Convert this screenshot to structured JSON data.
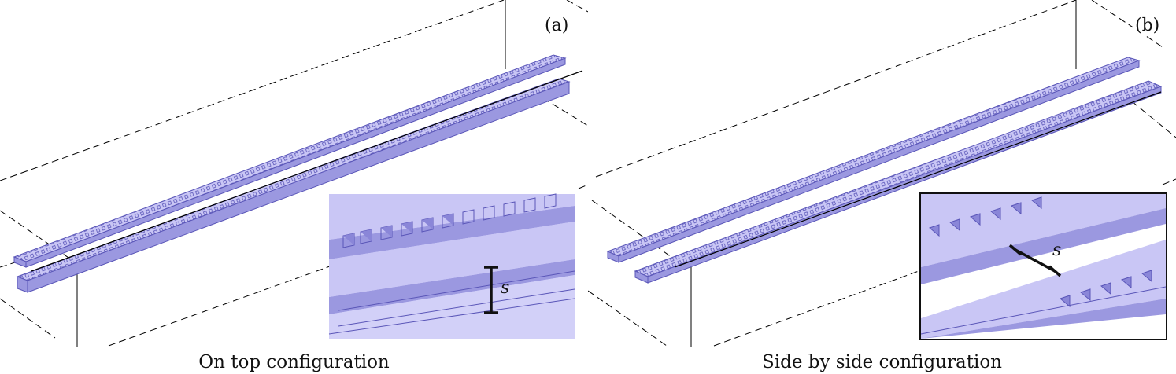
{
  "panels": [
    {
      "label": "(a)",
      "caption": "On top configuration",
      "inset_symbol": "s"
    },
    {
      "label": "(b)",
      "caption": "Side by side configuration",
      "inset_symbol": "s"
    }
  ],
  "colors": {
    "strip_top": "#c9c6f5",
    "strip_side": "#9b98e0",
    "strip_edge": "#5a56b8",
    "lines": "#000000"
  }
}
